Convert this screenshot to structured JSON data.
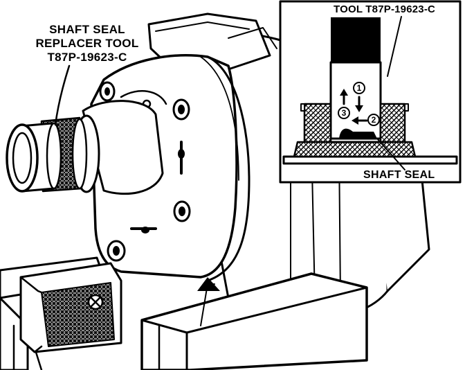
{
  "main_label": {
    "line1": "SHAFT SEAL",
    "line2": "REPLACER TOOL",
    "line3": "T87P-19623-C"
  },
  "inset": {
    "tool_label": "TOOL T87P-19623-C",
    "seal_label": "SHAFT SEAL",
    "steps": [
      "1",
      "2",
      "3"
    ]
  },
  "icons": {
    "arrow_up": "arrow-up-icon",
    "arrow_down": "arrow-down-icon",
    "arrow_left": "arrow-left-icon"
  }
}
